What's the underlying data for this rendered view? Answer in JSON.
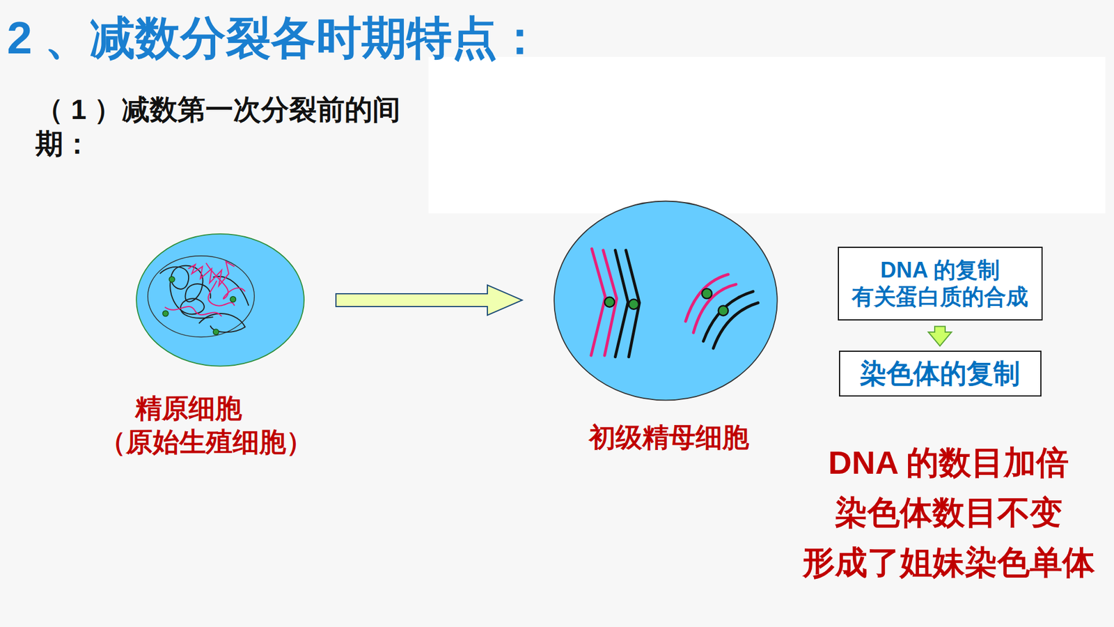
{
  "diagram": {
    "title": "2 、减数分裂各时期特点：",
    "nodes": [
      {
        "text": [
          "精原细胞",
          "（原始生殖细胞）"
        ]
      },
      {
        "text": [
          "初级精母细胞"
        ]
      },
      {
        "text": [
          "DNA 的复制 有关蛋白质的合成"
        ]
      },
      {
        "text": [
          "染色体的复制"
        ]
      }
    ],
    "edges": [
      {
        "from": 0,
        "to": 1,
        "arrow": "to"
      },
      {
        "from": 2,
        "to": 3,
        "arrow": "to"
      }
    ],
    "labels": [
      "（ 1 ）减数第一次分裂前的间期：",
      "DNA 的数目加倍",
      "染色体数目不变",
      "形成了姐妹染色单体"
    ]
  }
}
